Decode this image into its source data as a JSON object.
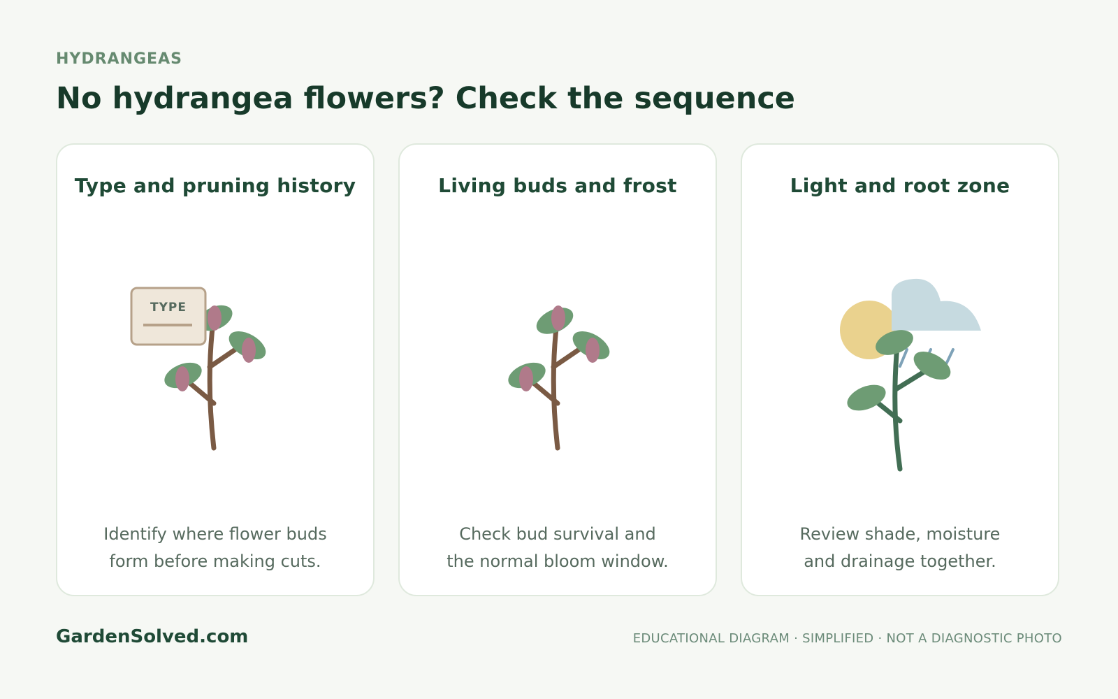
{
  "header": {
    "eyebrow": "HYDRANGEAS",
    "title": "No hydrangea flowers? Check the sequence"
  },
  "cards": [
    {
      "title": "Type and pruning history",
      "tag_label": "TYPE",
      "desc_lines": [
        "Identify where flower buds",
        "form before making cuts."
      ],
      "illustration": "plant-with-type-tag-icon"
    },
    {
      "title": "Living buds and frost",
      "desc_lines": [
        "Check bud survival and",
        "the normal bloom window."
      ],
      "illustration": "plant-with-buds-icon"
    },
    {
      "title": "Light and root zone",
      "desc_lines": [
        "Review shade, moisture",
        "and drainage together."
      ],
      "illustration": "plant-sun-cloud-rain-icon"
    }
  ],
  "footer": {
    "brand": "GardenSolved.com",
    "disclaimer": "EDUCATIONAL DIAGRAM · SIMPLIFIED · NOT A DIAGNOSTIC PHOTO"
  },
  "colors": {
    "background": "#f6f8f4",
    "title": "#173a2a",
    "accent": "#668a70",
    "stem_brown": "#7a5a44",
    "stem_green": "#426e54",
    "leaf": "#6e9c74",
    "bud": "#b07a8a",
    "sun": "#ead28e",
    "cloud": "#c6dae0",
    "rain": "#7ea2b8"
  }
}
